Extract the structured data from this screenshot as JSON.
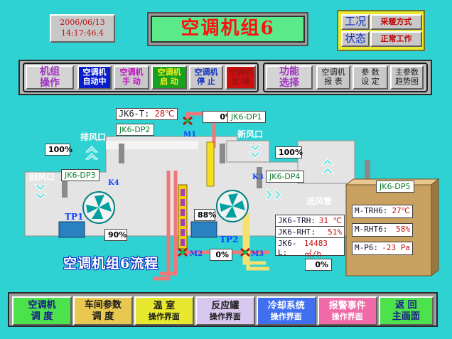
{
  "header": {
    "date": "2006/06/13",
    "time": "14:17:46.4",
    "title": "空调机组6",
    "status_label_1": "工况",
    "status_value_1": "采暖方式",
    "status_label_2": "状态",
    "status_value_2": "正常工作"
  },
  "ops": {
    "group_label": "机组\n操作",
    "buttons": [
      "空调机\n自动中",
      "空调机\n手 动",
      "空调机\n启 动",
      "空调机\n停 止",
      "空调机\n故 障"
    ]
  },
  "funcs": {
    "group_label": "功能\n选择",
    "buttons": [
      "空调机\n报 表",
      "参 数\n设 定",
      "主参数\n趋势图"
    ]
  },
  "diagram": {
    "title": "空调机组6流程",
    "temp_label": "JK6-T:",
    "temp_value": "28℃",
    "dp1": "JK6-DP1",
    "dp2": "JK6-DP2",
    "dp3": "JK6-DP3",
    "dp4": "JK6-DP4",
    "dp5": "JK6-DP5",
    "exhaust": "排风口",
    "fresh": "新风口",
    "return_air": "回风口",
    "supply": "送风管",
    "m1": "M1",
    "m2": "M2",
    "m3": "M3",
    "k3": "K3",
    "k4": "K4",
    "tp1": "TP1",
    "tp2": "TP2",
    "m1_pct": "0%",
    "exhaust_pct": "100%",
    "fresh_pct": "100%",
    "return_pct": "90%",
    "coil_pct": "88%",
    "m2_pct": "0%",
    "m3_pct": "0%",
    "trh_label": "JK6-TRH:",
    "trh_value": "31 ℃",
    "rht_label": "JK6-RHT:",
    "rht_value": "51%",
    "l_label": "JK6-L:",
    "l_value": "14483㎥/h",
    "m_trh_label": "M-TRH6:",
    "m_trh_value": "27℃",
    "m_rht_label": "M-RHT6:",
    "m_rht_value": "58%",
    "m_p_label": "M-P6:",
    "m_p_value": "-23 Pa"
  },
  "bottom_nav": [
    {
      "line1": "空调机",
      "line2": "调 度"
    },
    {
      "line1": "车间参数",
      "line2": "调 度"
    },
    {
      "line1": "温 室",
      "line2": "操作界面"
    },
    {
      "line1": "反应罐",
      "line2": "操作界面"
    },
    {
      "line1": "冷却系统",
      "line2": "操作界面"
    },
    {
      "line1": "报警事件",
      "line2": "操作界面"
    },
    {
      "line1": "返 回",
      "line2": "主画面"
    }
  ],
  "colors": {
    "background": "#2fd2d2",
    "duct": "#e4e4e4",
    "hot_pipe": "#ff7878",
    "cold_pipe": "#fff090",
    "title_red": "#ff1010"
  }
}
